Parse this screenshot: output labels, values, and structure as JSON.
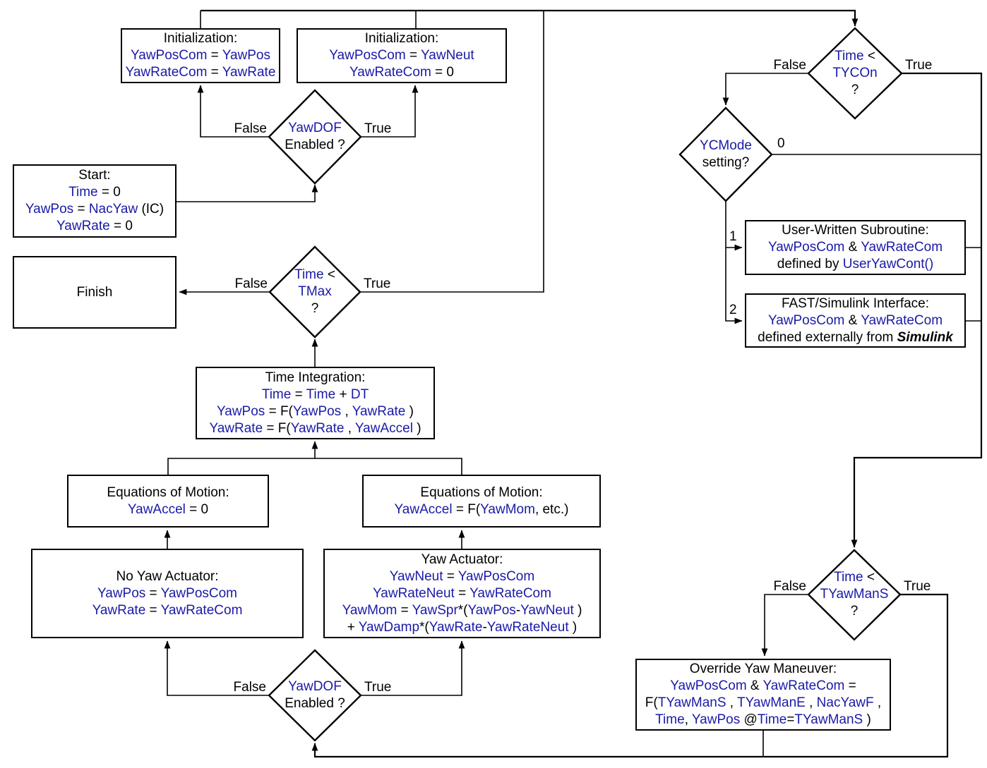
{
  "palette": {
    "variable_blue": "#1a1aa8",
    "text_black": "#000000",
    "line_black": "#000000",
    "background": "#ffffff"
  },
  "nodes": {
    "init_left": {
      "lines": [
        [
          {
            "t": "Initialization:",
            "c": "k"
          }
        ],
        [
          {
            "t": "YawPosCom",
            "c": "b"
          },
          {
            "t": " = ",
            "c": "k"
          },
          {
            "t": "YawPos",
            "c": "b"
          }
        ],
        [
          {
            "t": "YawRateCom",
            "c": "b"
          },
          {
            "t": " = ",
            "c": "k"
          },
          {
            "t": "YawRate",
            "c": "b"
          }
        ]
      ]
    },
    "init_right": {
      "lines": [
        [
          {
            "t": "Initialization:",
            "c": "k"
          }
        ],
        [
          {
            "t": "YawPosCom",
            "c": "b"
          },
          {
            "t": " = ",
            "c": "k"
          },
          {
            "t": "YawNeut",
            "c": "b"
          }
        ],
        [
          {
            "t": "YawRateCom",
            "c": "b"
          },
          {
            "t": " = 0",
            "c": "k"
          }
        ]
      ]
    },
    "start": {
      "lines": [
        [
          {
            "t": "Start:",
            "c": "k"
          }
        ],
        [
          {
            "t": "Time",
            "c": "b"
          },
          {
            "t": " = 0",
            "c": "k"
          }
        ],
        [
          {
            "t": "YawPos",
            "c": "b"
          },
          {
            "t": " = ",
            "c": "k"
          },
          {
            "t": "NacYaw",
            "c": "b"
          },
          {
            "t": " (IC)",
            "c": "k"
          }
        ],
        [
          {
            "t": "YawRate",
            "c": "b"
          },
          {
            "t": " = 0",
            "c": "k"
          }
        ]
      ]
    },
    "finish": {
      "lines": [
        [
          {
            "t": "Finish",
            "c": "k"
          }
        ]
      ]
    },
    "yawdof_top": {
      "lines": [
        [
          {
            "t": "YawDOF",
            "c": "b"
          }
        ],
        [
          {
            "t": "Enabled ?",
            "c": "k"
          }
        ]
      ]
    },
    "tmax": {
      "lines": [
        [
          {
            "t": "Time",
            "c": "b"
          },
          {
            "t": " <",
            "c": "k"
          }
        ],
        [
          {
            "t": "TMax",
            "c": "b"
          }
        ],
        [
          {
            "t": "?",
            "c": "k"
          }
        ]
      ]
    },
    "time_integration": {
      "lines": [
        [
          {
            "t": "Time Integration:",
            "c": "k"
          }
        ],
        [
          {
            "t": "Time",
            "c": "b"
          },
          {
            "t": " = ",
            "c": "k"
          },
          {
            "t": "Time",
            "c": "b"
          },
          {
            "t": " + ",
            "c": "k"
          },
          {
            "t": "DT",
            "c": "b"
          }
        ],
        [
          {
            "t": "YawPos",
            "c": "b"
          },
          {
            "t": " = F(",
            "c": "k"
          },
          {
            "t": "YawPos",
            "c": "b"
          },
          {
            "t": " , ",
            "c": "k"
          },
          {
            "t": "YawRate",
            "c": "b"
          },
          {
            "t": " )",
            "c": "k"
          }
        ],
        [
          {
            "t": "YawRate",
            "c": "b"
          },
          {
            "t": " = F(",
            "c": "k"
          },
          {
            "t": "YawRate",
            "c": "b"
          },
          {
            "t": " , ",
            "c": "k"
          },
          {
            "t": "YawAccel",
            "c": "b"
          },
          {
            "t": " )",
            "c": "k"
          }
        ]
      ]
    },
    "eom_left": {
      "lines": [
        [
          {
            "t": "Equations of Motion:",
            "c": "k"
          }
        ],
        [
          {
            "t": "YawAccel",
            "c": "b"
          },
          {
            "t": " = 0",
            "c": "k"
          }
        ]
      ]
    },
    "eom_right": {
      "lines": [
        [
          {
            "t": "Equations of Motion:",
            "c": "k"
          }
        ],
        [
          {
            "t": "YawAccel",
            "c": "b"
          },
          {
            "t": " = F(",
            "c": "k"
          },
          {
            "t": "YawMom",
            "c": "b"
          },
          {
            "t": ", etc.)",
            "c": "k"
          }
        ]
      ]
    },
    "no_yaw_actuator": {
      "lines": [
        [
          {
            "t": "No Yaw Actuator:",
            "c": "k"
          }
        ],
        [
          {
            "t": "YawPos",
            "c": "b"
          },
          {
            "t": " = ",
            "c": "k"
          },
          {
            "t": "YawPosCom",
            "c": "b"
          }
        ],
        [
          {
            "t": "YawRate",
            "c": "b"
          },
          {
            "t": " = ",
            "c": "k"
          },
          {
            "t": "YawRateCom",
            "c": "b"
          }
        ]
      ]
    },
    "yaw_actuator": {
      "lines": [
        [
          {
            "t": "Yaw Actuator:",
            "c": "k"
          }
        ],
        [
          {
            "t": "YawNeut",
            "c": "b"
          },
          {
            "t": " = ",
            "c": "k"
          },
          {
            "t": "YawPosCom",
            "c": "b"
          }
        ],
        [
          {
            "t": "YawRateNeut",
            "c": "b"
          },
          {
            "t": " = ",
            "c": "k"
          },
          {
            "t": "YawRateCom",
            "c": "b"
          }
        ],
        [
          {
            "t": "YawMom",
            "c": "b"
          },
          {
            "t": " = ",
            "c": "k"
          },
          {
            "t": "YawSpr",
            "c": "b"
          },
          {
            "t": "*(",
            "c": "k"
          },
          {
            "t": "YawPos",
            "c": "b"
          },
          {
            "t": "-",
            "c": "k"
          },
          {
            "t": "YawNeut",
            "c": "b"
          },
          {
            "t": " )",
            "c": "k"
          }
        ],
        [
          {
            "t": "+ ",
            "c": "k"
          },
          {
            "t": "YawDamp",
            "c": "b"
          },
          {
            "t": "*(",
            "c": "k"
          },
          {
            "t": "YawRate",
            "c": "b"
          },
          {
            "t": "-",
            "c": "k"
          },
          {
            "t": "YawRateNeut",
            "c": "b"
          },
          {
            "t": " )",
            "c": "k"
          }
        ]
      ]
    },
    "yawdof_bottom": {
      "lines": [
        [
          {
            "t": "YawDOF",
            "c": "b"
          }
        ],
        [
          {
            "t": "Enabled ?",
            "c": "k"
          }
        ]
      ]
    },
    "tycon": {
      "lines": [
        [
          {
            "t": "Time",
            "c": "b"
          },
          {
            "t": " <",
            "c": "k"
          }
        ],
        [
          {
            "t": "TYCOn",
            "c": "b"
          }
        ],
        [
          {
            "t": "?",
            "c": "k"
          }
        ]
      ]
    },
    "ycmode": {
      "lines": [
        [
          {
            "t": "YCMode",
            "c": "b"
          }
        ],
        [
          {
            "t": "setting?",
            "c": "k"
          }
        ]
      ]
    },
    "user_written": {
      "lines": [
        [
          {
            "t": "User-Written Subroutine:",
            "c": "k"
          }
        ],
        [
          {
            "t": "YawPosCom",
            "c": "b"
          },
          {
            "t": " & ",
            "c": "k"
          },
          {
            "t": "YawRateCom",
            "c": "b"
          }
        ],
        [
          {
            "t": "defined by ",
            "c": "k"
          },
          {
            "t": "UserYawCont()",
            "c": "b"
          }
        ]
      ]
    },
    "fast_simulink": {
      "lines": [
        [
          {
            "t": "FAST/Simulink Interface:",
            "c": "k"
          }
        ],
        [
          {
            "t": "YawPosCom",
            "c": "b"
          },
          {
            "t": " & ",
            "c": "k"
          },
          {
            "t": "YawRateCom",
            "c": "b"
          }
        ],
        [
          {
            "t": "defined externally from ",
            "c": "k"
          },
          {
            "t": "Simulink",
            "c": "bi"
          }
        ]
      ]
    },
    "tyawmans": {
      "lines": [
        [
          {
            "t": "Time",
            "c": "b"
          },
          {
            "t": " <",
            "c": "k"
          }
        ],
        [
          {
            "t": "TYawManS",
            "c": "b"
          }
        ],
        [
          {
            "t": "?",
            "c": "k"
          }
        ]
      ]
    },
    "override": {
      "lines": [
        [
          {
            "t": "Override Yaw Maneuver:",
            "c": "k"
          }
        ],
        [
          {
            "t": "YawPosCom",
            "c": "b"
          },
          {
            "t": " & ",
            "c": "k"
          },
          {
            "t": "YawRateCom",
            "c": "b"
          },
          {
            "t": " =",
            "c": "k"
          }
        ],
        [
          {
            "t": "F(",
            "c": "k"
          },
          {
            "t": "TYawManS",
            "c": "b"
          },
          {
            "t": " , ",
            "c": "k"
          },
          {
            "t": "TYawManE",
            "c": "b"
          },
          {
            "t": " , ",
            "c": "k"
          },
          {
            "t": "NacYawF",
            "c": "b"
          },
          {
            "t": " ,",
            "c": "k"
          }
        ],
        [
          {
            "t": "Time",
            "c": "b"
          },
          {
            "t": ", ",
            "c": "k"
          },
          {
            "t": "YawPos",
            "c": "b"
          },
          {
            "t": " @",
            "c": "k"
          },
          {
            "t": "Time",
            "c": "b"
          },
          {
            "t": "=",
            "c": "k"
          },
          {
            "t": "TYawManS",
            "c": "b"
          },
          {
            "t": " )",
            "c": "k"
          }
        ]
      ]
    }
  },
  "branch_labels": {
    "yawdof_top_false": "False",
    "yawdof_top_true": "True",
    "tmax_false": "False",
    "tmax_true": "True",
    "yawdof_bottom_false": "False",
    "yawdof_bottom_true": "True",
    "tycon_false": "False",
    "tycon_true": "True",
    "ycmode_0": "0",
    "ycmode_1": "1",
    "ycmode_2": "2",
    "tyawmans_false": "False",
    "tyawmans_true": "True"
  }
}
